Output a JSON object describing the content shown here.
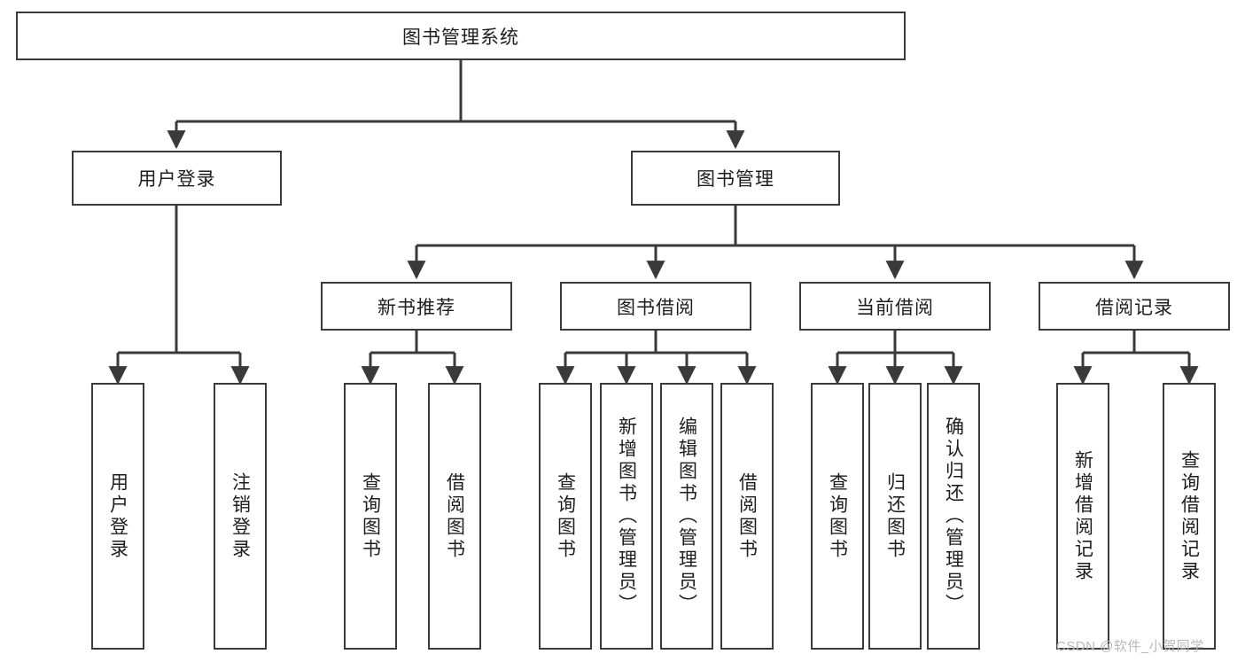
{
  "diagram": {
    "title": "图书管理系统",
    "type": "tree-hierarchy-chart",
    "root": {
      "label": "图书管理系统"
    },
    "level2": [
      {
        "label": "用户登录"
      },
      {
        "label": "图书管理"
      }
    ],
    "level3": [
      {
        "label": "新书推荐"
      },
      {
        "label": "图书借阅"
      },
      {
        "label": "当前借阅"
      },
      {
        "label": "借阅记录"
      }
    ],
    "leaves": {
      "user_login": [
        {
          "label": "用户登录"
        },
        {
          "label": "注销登录"
        }
      ],
      "new_book_recommend": [
        {
          "label": "查询图书"
        },
        {
          "label": "借阅图书"
        }
      ],
      "book_borrow": [
        {
          "label": "查询图书"
        },
        {
          "label": "新增图书（管理员）"
        },
        {
          "label": "编辑图书（管理员）"
        },
        {
          "label": "借阅图书"
        }
      ],
      "current_borrow": [
        {
          "label": "查询图书"
        },
        {
          "label": "归还图书"
        },
        {
          "label": "确认归还（管理员）"
        }
      ],
      "borrow_record": [
        {
          "label": "新增借阅记录"
        },
        {
          "label": "查询借阅记录"
        }
      ]
    }
  },
  "watermark": {
    "text": "CSDN @软件_小贺同学"
  },
  "colors": {
    "border": "#3a3a3a",
    "text": "#1d1d1d",
    "background": "#ffffff",
    "watermark": "#b9b9b9"
  }
}
